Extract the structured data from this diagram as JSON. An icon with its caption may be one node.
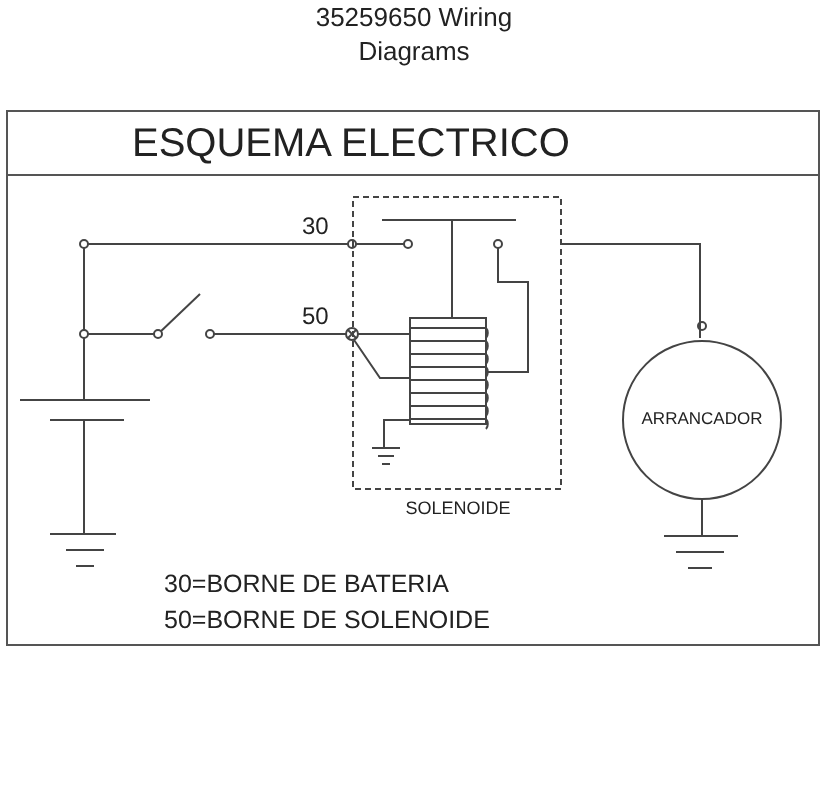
{
  "diagram": {
    "title": "35259650 Wiring Diagrams",
    "nodes": [
      {
        "text": [
          "ESQUEMA ELECTRICO",
          "30=BORNE DE BATERIA",
          "50=BORNE DE SOLENOIDE"
        ]
      },
      {
        "text": [
          "SOLENOIDE"
        ],
        "in": 0
      },
      {
        "text": [
          "ARRANCADOR"
        ],
        "in": 0
      }
    ],
    "edges": [
      {
        "from": 1,
        "to": 2,
        "arrow": "none"
      }
    ],
    "labels": [
      "30",
      "50"
    ]
  }
}
